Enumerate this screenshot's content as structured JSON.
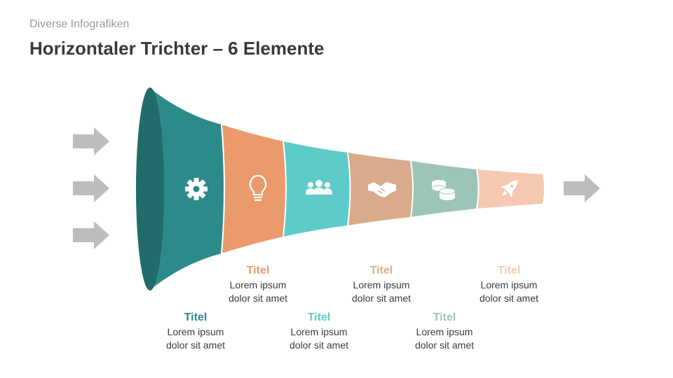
{
  "header": {
    "subtitle": "Diverse Infografiken",
    "title": "Horizontaler Trichter – 6 Elemente"
  },
  "funnel": {
    "arrow_color": "#bdbdbd",
    "segments": [
      {
        "color": "#2d8a8a",
        "icon": "gear-icon",
        "label_title": "Titel",
        "label_line1": "Lorem ipsum",
        "label_line2": "dolor sit amet"
      },
      {
        "color": "#eb9b6b",
        "icon": "lightbulb-icon",
        "label_title": "Titel",
        "label_line1": "Lorem ipsum",
        "label_line2": "dolor sit amet"
      },
      {
        "color": "#5ecbcb",
        "icon": "people-icon",
        "label_title": "Titel",
        "label_line1": "Lorem ipsum",
        "label_line2": "dolor sit amet"
      },
      {
        "color": "#d9ab8b",
        "icon": "handshake-icon",
        "label_title": "Titel",
        "label_line1": "Lorem ipsum",
        "label_line2": "dolor sit amet"
      },
      {
        "color": "#9dc4b9",
        "icon": "coins-icon",
        "label_title": "Titel",
        "label_line1": "Lorem ipsum",
        "label_line2": "dolor sit amet"
      },
      {
        "color": "#f5c9b1",
        "icon": "rocket-icon",
        "label_title": "Titel",
        "label_line1": "Lorem ipsum",
        "label_line2": "dolor sit amet"
      }
    ],
    "mouth_color": "#226b6b"
  }
}
